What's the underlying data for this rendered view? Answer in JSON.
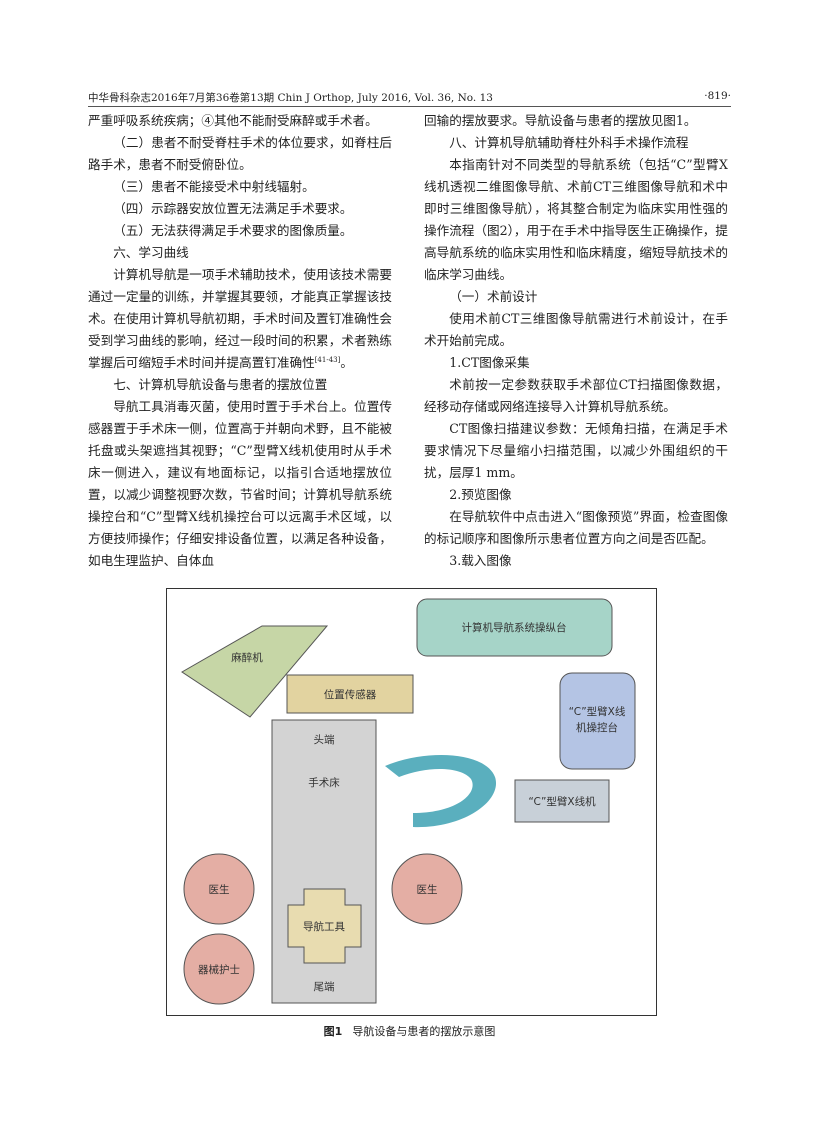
{
  "header": {
    "journal": "中华骨科杂志2016年7月第36卷第13期 Chin J Orthop, July 2016, Vol. 36, No. 13",
    "page": "·819·"
  },
  "left_column": [
    "严重呼吸系统疾病；④其他不能耐受麻醉或手术者。",
    "（二）患者不耐受脊柱手术的体位要求，如脊柱后路手术，患者不耐受俯卧位。",
    "（三）患者不能接受术中射线辐射。",
    "（四）示踪器安放位置无法满足手术要求。",
    "（五）无法获得满足手术要求的图像质量。",
    "六、学习曲线",
    "计算机导航是一项手术辅助技术，使用该技术需要通过一定量的训练，并掌握其要领，才能真正掌握该技术。在使用计算机导航初期，手术时间及置钉准确性会受到学习曲线的影响，经过一段时间的积累，术者熟练掌握后可缩短手术时间并提高置钉准确性",
    "七、计算机导航设备与患者的摆放位置",
    "导航工具消毒灭菌，使用时置于手术台上。位置传感器置于手术床一侧，位置高于并朝向术野，且不能被托盘或头架遮挡其视野；“C”型臂X线机使用时从手术床一侧进入，建议有地面标记，以指引合适地摆放位置，以减少调整视野次数，节省时间；计算机导航系统操控台和“C”型臂X线机操控台可以远离手术区域，以方便技师操作；仔细安排设备位置，以满足各种设备，如电生理监护、自体血"
  ],
  "left_citation": "[41-43]",
  "left_period": "。",
  "right_column": [
    "回输的摆放要求。导航设备与患者的摆放见图1。",
    "八、计算机导航辅助脊柱外科手术操作流程",
    "本指南针对不同类型的导航系统（包括“C”型臂X线机透视二维图像导航、术前CT三维图像导航和术中即时三维图像导航），将其整合制定为临床实用性强的操作流程（图2），用于在手术中指导医生正确操作，提高导航系统的临床实用性和临床精度，缩短导航技术的临床学习曲线。",
    "（一）术前设计",
    "使用术前CT三维图像导航需进行术前设计，在手术开始前完成。",
    "1.CT图像采集",
    "术前按一定参数获取手术部位CT扫描图像数据，经移动存储或网络连接导入计算机导航系统。",
    "CT图像扫描建议参数：无倾角扫描，在满足手术要求情况下尽量缩小扫描范围，以减少外围组织的干扰，层厚1 mm。",
    "2.预览图像",
    "在导航软件中点击进入“图像预览”界面，检查图像的标记顺序和图像所示患者位置方向之间是否匹配。",
    "3.载入图像"
  ],
  "figure": {
    "labels": {
      "console": "计算机导航系统操纵台",
      "anesthesia": "麻醉机",
      "sensor": "位置传感器",
      "carm_console_1": "“C”型臂X线",
      "carm_console_2": "机操控台",
      "head": "头端",
      "bed": "手术床",
      "carm": "“C”型臂X线机",
      "doctor_left": "医生",
      "doctor_right": "医生",
      "nav_tool": "导航工具",
      "nurse": "器械护士",
      "tail": "尾端"
    },
    "colors": {
      "console": "#a6d4c8",
      "anesthesia": "#c6d6a6",
      "sensor": "#e2d3a0",
      "carm_console": "#b4c4e4",
      "bed": "#d3d3d3",
      "carm": "#c8d0d8",
      "arc": "#5aafbe",
      "doctor": "#e4aea4",
      "nav_tool": "#e8dcb0"
    },
    "caption_num": "图1",
    "caption_text": "导航设备与患者的摆放示意图"
  }
}
